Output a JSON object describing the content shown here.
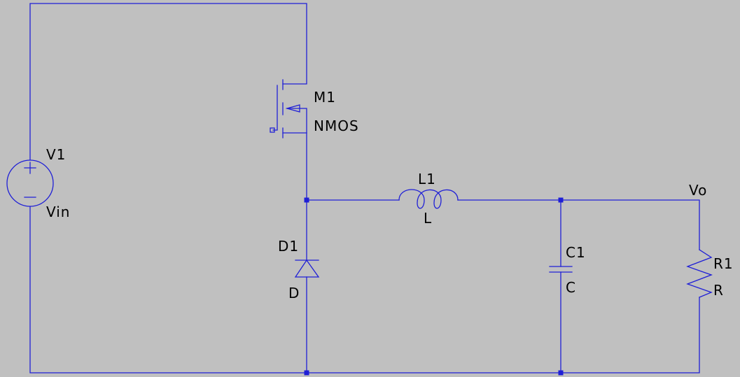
{
  "colors": {
    "background": "#c0c0c0",
    "wire": "#1f1fd6",
    "node": "#1f1fd6",
    "text": "#000000"
  },
  "components": {
    "v1": {
      "name": "V1",
      "value": "Vin"
    },
    "m1": {
      "name": "M1",
      "value": "NMOS"
    },
    "l1": {
      "name": "L1",
      "value": "L"
    },
    "d1": {
      "name": "D1",
      "value": "D"
    },
    "c1": {
      "name": "C1",
      "value": "C"
    },
    "r1": {
      "name": "R1",
      "value": "R"
    }
  },
  "nets": {
    "output": {
      "label": "Vo"
    }
  }
}
